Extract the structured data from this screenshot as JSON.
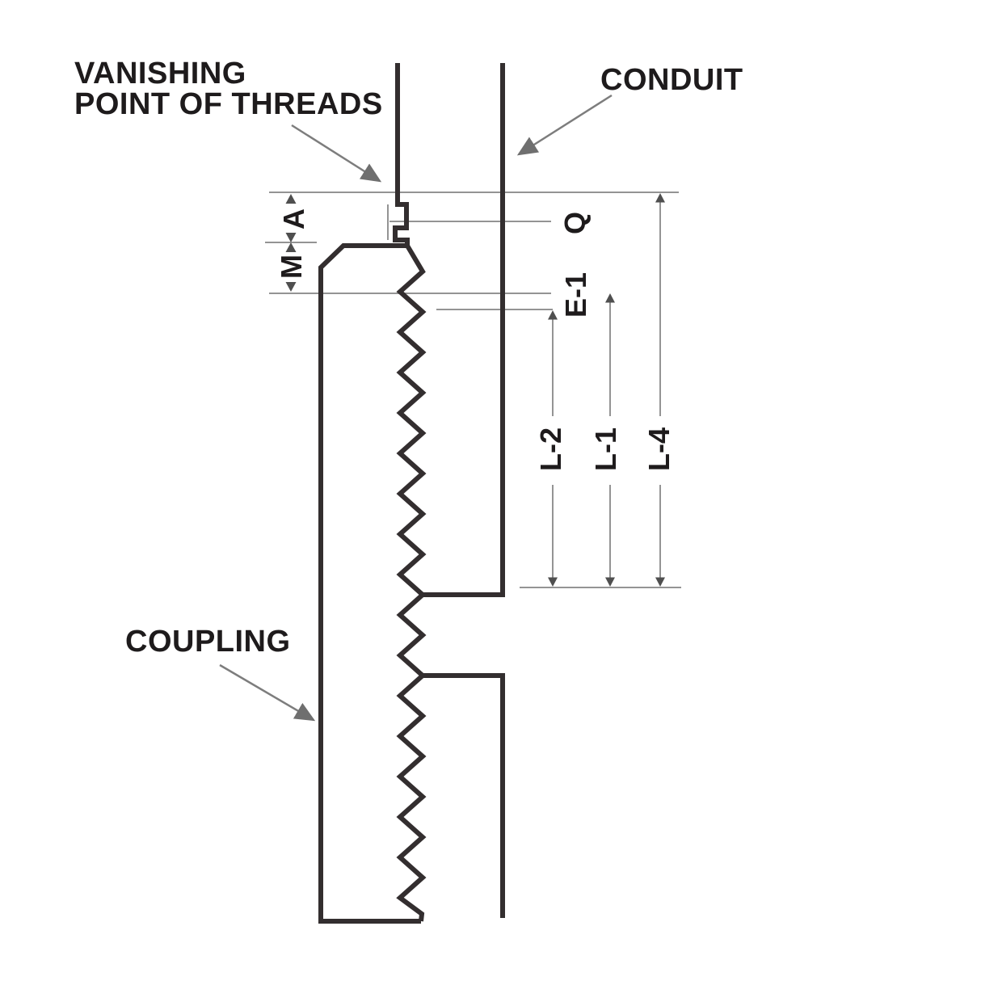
{
  "diagram": {
    "type": "technical-drawing",
    "subject": "conduit-coupling-thread-engagement",
    "title_labels": {
      "vanishing_point_line1": "VANISHING",
      "vanishing_point_line2": "POINT OF THREADS",
      "conduit": "CONDUIT",
      "coupling": "COUPLING"
    },
    "dimension_labels": {
      "a": "A",
      "m": "M",
      "q": "Q",
      "e1": "E-1",
      "l2": "L-2",
      "l1": "L-1",
      "l4": "L-4"
    },
    "colors": {
      "background": "#ffffff",
      "part_outline": "#332e2f",
      "dimension_line": "#949494",
      "arrowhead": "#4f4f4f",
      "leader_line": "#7d7d7d",
      "text": "#1e1b1c"
    }
  }
}
